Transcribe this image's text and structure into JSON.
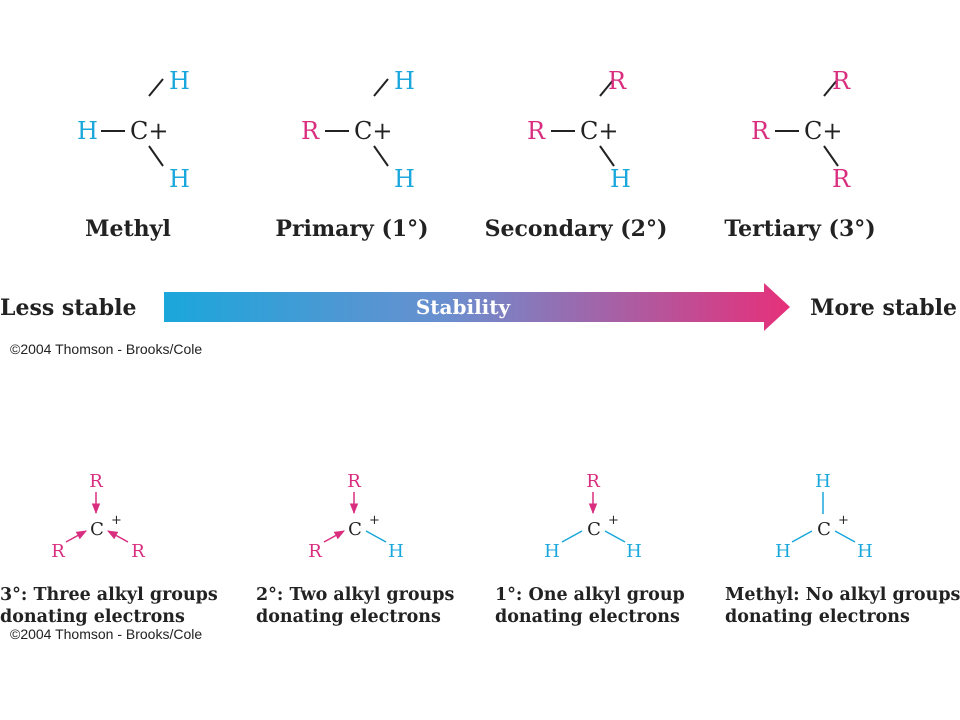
{
  "colors": {
    "h": "#1aa7db",
    "r": "#d92e7f",
    "c": "#222222",
    "arrow_start": "#1aa7db",
    "arrow_end": "#e6307a"
  },
  "top_row": {
    "structures": [
      {
        "center": "C+",
        "top": "H",
        "left": "H",
        "bottom": "H",
        "label": "Methyl"
      },
      {
        "center": "C+",
        "top": "H",
        "left": "R",
        "bottom": "H",
        "label": "Primary (1°)"
      },
      {
        "center": "C+",
        "top": "R",
        "left": "R",
        "bottom": "H",
        "label": "Secondary (2°)"
      },
      {
        "center": "C+",
        "top": "R",
        "left": "R",
        "bottom": "R",
        "label": "Tertiary (3°)"
      }
    ]
  },
  "stability": {
    "left_label": "Less stable",
    "arrow_label": "Stability",
    "right_label": "More stable"
  },
  "copyright_top": "©2004 Thomson - Brooks/Cole",
  "bottom_row": {
    "structures": [
      {
        "center": "C",
        "charge": "+",
        "top": "R",
        "left": "R",
        "right": "R",
        "caption_line1": "3°: Three alkyl groups",
        "caption_line2": "donating electrons"
      },
      {
        "center": "C",
        "charge": "+",
        "top": "R",
        "left": "R",
        "right": "H",
        "caption_line1": "2°: Two alkyl groups",
        "caption_line2": "donating electrons"
      },
      {
        "center": "C",
        "charge": "+",
        "top": "R",
        "left": "H",
        "right": "H",
        "caption_line1": "1°: One alkyl group",
        "caption_line2": "donating electrons"
      },
      {
        "center": "C",
        "charge": "+",
        "top": "H",
        "left": "H",
        "right": "H",
        "caption_line1": "Methyl: No alkyl groups",
        "caption_line2": "donating electrons"
      }
    ]
  },
  "copyright_bottom": "©2004 Thomson - Brooks/Cole"
}
